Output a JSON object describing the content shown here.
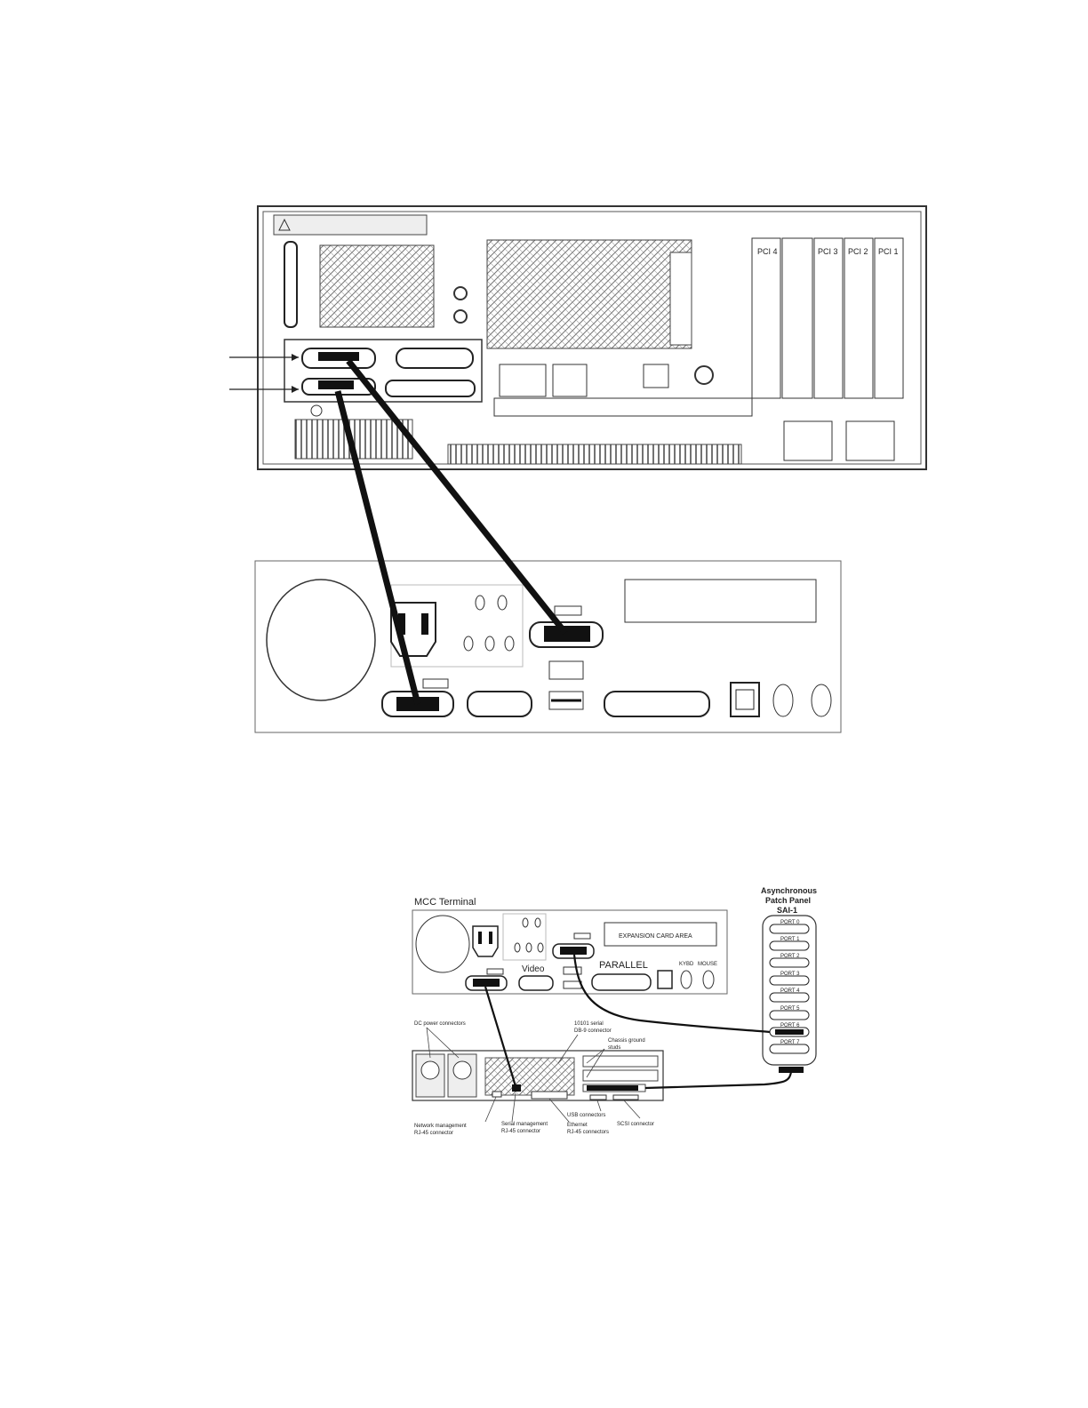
{
  "figure1": {
    "pci_slots": [
      "PCI 4",
      "PCI 3",
      "PCI 2",
      "PCI 1"
    ]
  },
  "figure2": {
    "terminal_title": "MCC Terminal",
    "expansion_label": "EXPANSION CARD AREA",
    "video_label": "Video",
    "parallel_label": "PARALLEL",
    "kybd_label": "KYBD",
    "mouse_label": "MOUSE",
    "patch_panel_title": [
      "Asynchronous",
      "Patch Panel",
      "SAI-1"
    ],
    "ports": [
      "PORT 0",
      "PORT 1",
      "PORT 2",
      "PORT 3",
      "PORT 4",
      "PORT 5",
      "PORT 6",
      "PORT 7"
    ],
    "callouts": {
      "dc_power": "DC power connectors",
      "serial_db9": [
        "10101 serial",
        "DB-9 connector"
      ],
      "chassis_ground": [
        "Chassis ground",
        "studs"
      ],
      "usb": "USB connectors",
      "scsi": "SCSI connector",
      "network_mgmt": [
        "Network management",
        "RJ-45 connector"
      ],
      "serial_mgmt": [
        "Serial management",
        "RJ-45 connector"
      ],
      "ethernet": [
        "Ethernet",
        "RJ-45 connectors"
      ]
    }
  }
}
